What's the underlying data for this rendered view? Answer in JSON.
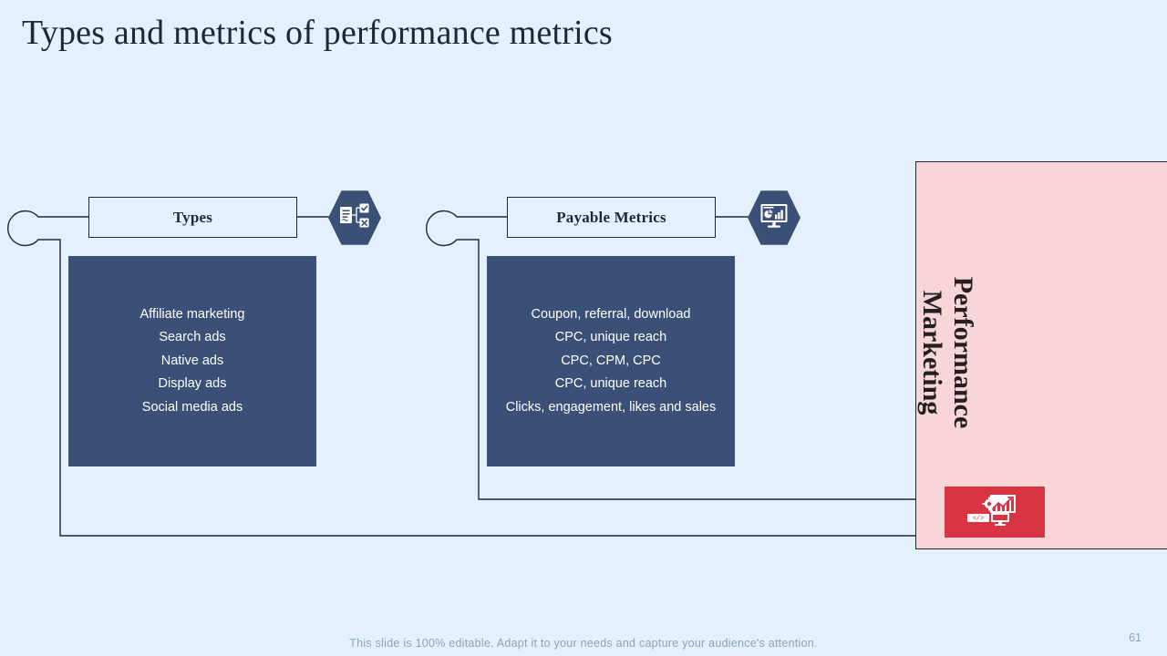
{
  "title": "Types and metrics of performance metrics",
  "colors": {
    "background": "#e4f0fb",
    "panel_blue": "#3b5076",
    "accent_pink": "#f7d5d9",
    "accent_red": "#d93441",
    "line": "#1d2a36",
    "footer_text": "#8aa4bb"
  },
  "columns": [
    {
      "header": "Types",
      "icon": "document-checklist-icon",
      "items": [
        "Affiliate marketing",
        "Search ads",
        "Native ads",
        "Display ads",
        "Social media ads"
      ]
    },
    {
      "header": "Payable Metrics",
      "icon": "monitor-analytics-icon",
      "items": [
        "Coupon, referral, download",
        "CPC, unique reach",
        "CPC, CPM, CPC",
        "CPC, unique reach",
        "Clicks, engagement, likes and sales"
      ]
    }
  ],
  "right_panel": {
    "title_line_1": "Performance",
    "title_line_2": "Marketing",
    "icon": "monitor-growth-code-icon"
  },
  "footer": {
    "note": "This slide is 100% editable. Adapt it to your needs and capture your audience's attention.",
    "page_number": "61"
  }
}
